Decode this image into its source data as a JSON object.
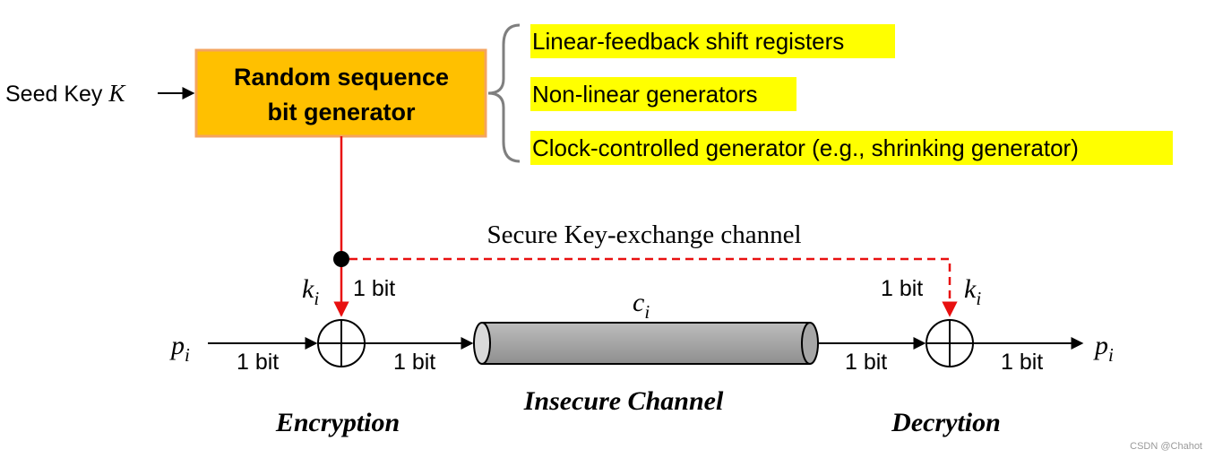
{
  "seed": {
    "label": "Seed Key ",
    "var": "K"
  },
  "generator": {
    "line1": "Random sequence",
    "line2": "bit generator"
  },
  "generator_types": [
    "Linear-feedback shift registers",
    "Non-linear generators",
    "Clock-controlled generator (e.g., shrinking generator)"
  ],
  "key_channel_label": "Secure Key-exchange channel",
  "symbols": {
    "key": "k",
    "key_sub": "i",
    "plain": "p",
    "plain_sub": "i",
    "cipher": "c",
    "cipher_sub": "i"
  },
  "bit_label": "1 bit",
  "channel_label": "Insecure Channel",
  "encryption_label": "Encryption",
  "decryption_label": "Decrytion",
  "watermark": "CSDN @Chahot",
  "colors": {
    "generator_fill": "#ffc000",
    "generator_border": "#f4a460",
    "highlight": "#ffff00",
    "key_line": "#e81010",
    "pipe": "#a6a6a6"
  },
  "icons": [
    "xor-icon",
    "arrow-icon",
    "brace-icon",
    "node-dot-icon"
  ]
}
